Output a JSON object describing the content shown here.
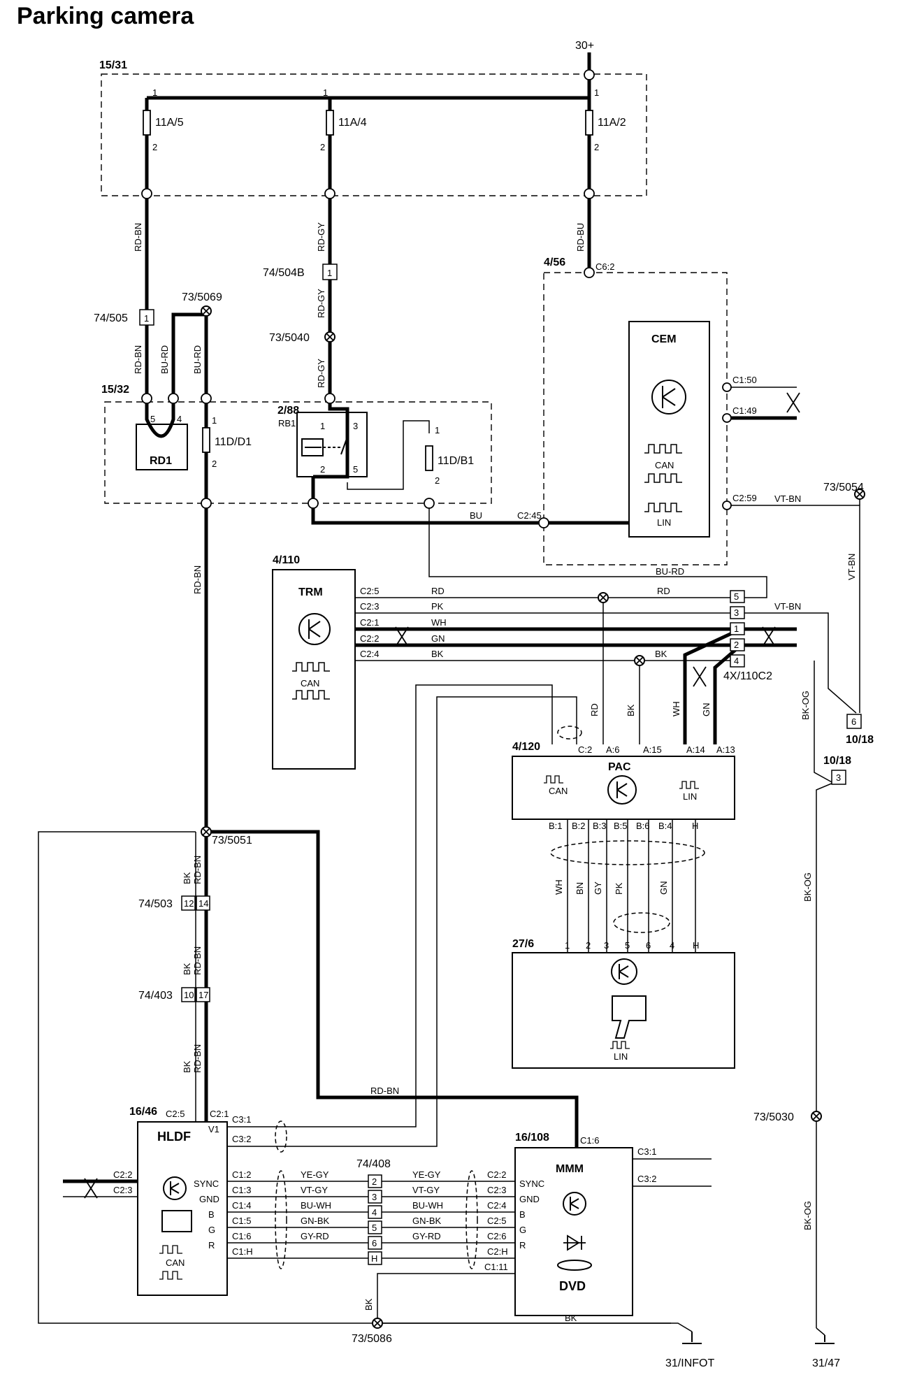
{
  "title": "Parking camera",
  "supply": "30+",
  "boxes": {
    "fusebox_top": "15/31",
    "relay_box": "15/32",
    "cem_block": "4/56",
    "trm_block": "4/110",
    "pac_block": "4/120",
    "cam_block": "27/6",
    "hldf_block": "16/46",
    "mmm_block": "16/108",
    "relay_88": "2/88",
    "relay_rb1": "RB1"
  },
  "fuses": {
    "f1": "11A/5",
    "f2": "11A/4",
    "f3": "11A/2",
    "f4": "11D/D1",
    "f5": "11D/B1"
  },
  "pins": {
    "p1": "1",
    "p2": "2",
    "p3": "3",
    "p4": "4",
    "p5": "5",
    "p6": "6",
    "p10": "10",
    "p12": "12",
    "p14": "14",
    "p17": "17",
    "pH": "H"
  },
  "components": {
    "rd1": "RD1",
    "cem": "CEM",
    "trm": "TRM",
    "pac": "PAC",
    "hldf": "HLDF",
    "mmm": "MMM",
    "dvd": "DVD",
    "can": "CAN",
    "lin": "LIN"
  },
  "connectors": {
    "c_504b": "74/504B",
    "c_505": "74/505",
    "c_503": "74/503",
    "c_403": "74/403",
    "c_408": "74/408",
    "c_4x": "4X/110C2",
    "c_1018": "10/18",
    "c_3147": "31/47",
    "c_infot": "31/INFOT"
  },
  "splices": {
    "s5069": "73/5069",
    "s5040": "73/5040",
    "s5054": "73/5054",
    "s5051": "73/5051",
    "s5030": "73/5030",
    "s5086": "73/5086"
  },
  "wires": {
    "rd_bn": "RD-BN",
    "rd_gy": "RD-GY",
    "rd_bu": "RD-BU",
    "bu_rd": "BU-RD",
    "bu": "BU",
    "vt_bn": "VT-BN",
    "rd": "RD",
    "pk": "PK",
    "wh": "WH",
    "gn": "GN",
    "bk": "BK",
    "bk_og": "BK-OG",
    "bn": "BN",
    "gy": "GY",
    "ye_gy": "YE-GY",
    "vt_gy": "VT-GY",
    "bu_wh": "BU-WH",
    "gn_bk": "GN-BK",
    "gy_rd": "GY-RD"
  },
  "terminals": {
    "c6_2": "C6:2",
    "c1_50": "C1:50",
    "c1_49": "C1:49",
    "c2_59": "C2:59",
    "c2_45": "C2:45",
    "c2_5": "C2:5",
    "c2_3": "C2:3",
    "c2_1": "C2:1",
    "c2_2": "C2:2",
    "c2_4": "C2:4",
    "c_2": "C:2",
    "a_6": "A:6",
    "a_15": "A:15",
    "a_14": "A:14",
    "a_13": "A:13",
    "b_1": "B:1",
    "b_2": "B:2",
    "b_3": "B:3",
    "b_5": "B:5",
    "b_6": "B:6",
    "b_4": "B:4",
    "c3_1": "C3:1",
    "c3_2": "C3:2",
    "c1_2": "C1:2",
    "c1_3": "C1:3",
    "c1_4": "C1:4",
    "c1_5": "C1:5",
    "c1_6": "C1:6",
    "c1_h": "C1:H",
    "c2_6": "C2:6",
    "c2_h": "C2:H",
    "c1_11": "C1:11",
    "v1": "V1",
    "sync": "SYNC",
    "gnd": "GND",
    "b": "B",
    "g": "G",
    "r": "R"
  }
}
